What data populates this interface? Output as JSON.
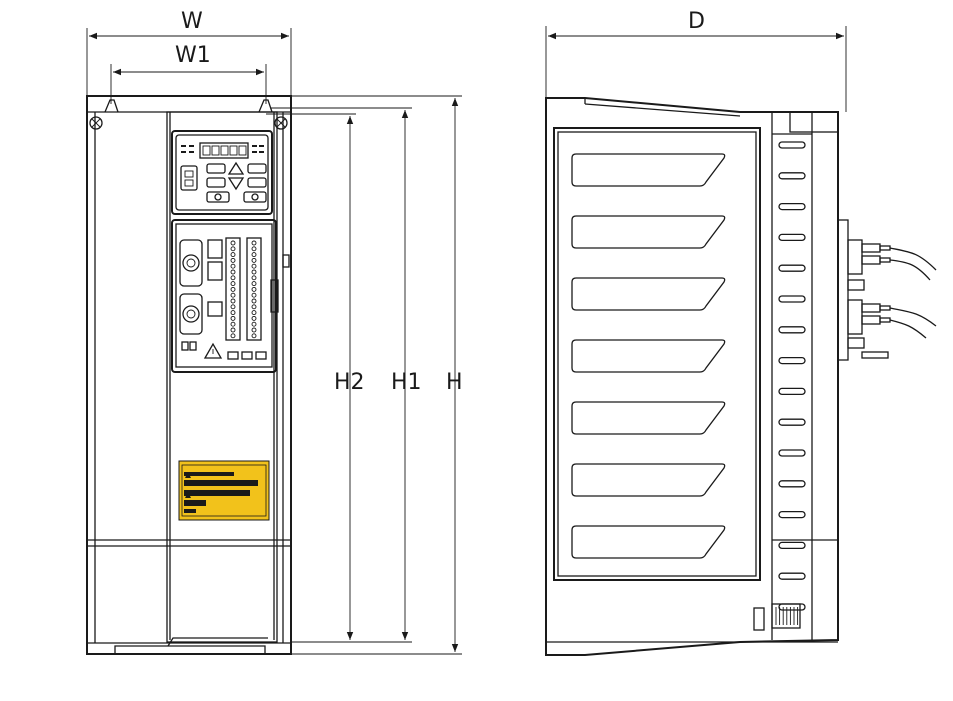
{
  "dimensions": {
    "width_label": "W",
    "mounting_width_label": "W1",
    "depth_label": "D",
    "mounting_height_label": "H2",
    "height_label": "H1",
    "overall_height_label": "H"
  },
  "colors": {
    "line": "#1a1a1a",
    "warning_label": "#f2c21b",
    "background": "#ffffff"
  },
  "icons": {
    "warning": "warning-triangle-icon"
  }
}
